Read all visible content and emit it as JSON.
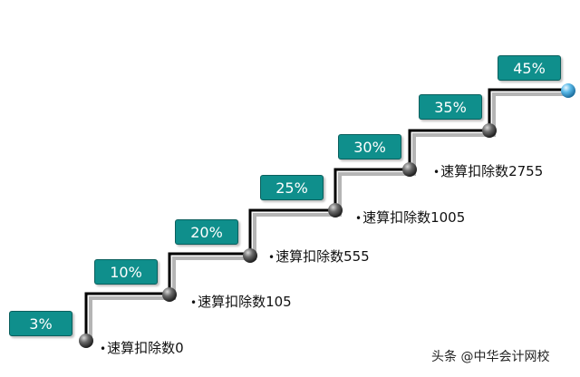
{
  "steps": [
    {
      "rate": "3%",
      "deduction": "速算扣除数0"
    },
    {
      "rate": "10%",
      "deduction": "速算扣除数105"
    },
    {
      "rate": "20%",
      "deduction": "速算扣除数555"
    },
    {
      "rate": "25%",
      "deduction": "速算扣除数1005"
    },
    {
      "rate": "30%",
      "deduction": "速算扣除数2755"
    },
    {
      "rate": "35%",
      "deduction": ""
    },
    {
      "rate": "45%",
      "deduction": ""
    }
  ],
  "bullet": "•",
  "watermark": "头条 @中华会计网校",
  "colors": {
    "box": "#0f8f8c",
    "box_border": "#0a5f5d",
    "stair_line": "#000000",
    "stair_shadow": "#b5b5b5",
    "ball": "#404040",
    "end_ball": "#3aa6dc"
  }
}
